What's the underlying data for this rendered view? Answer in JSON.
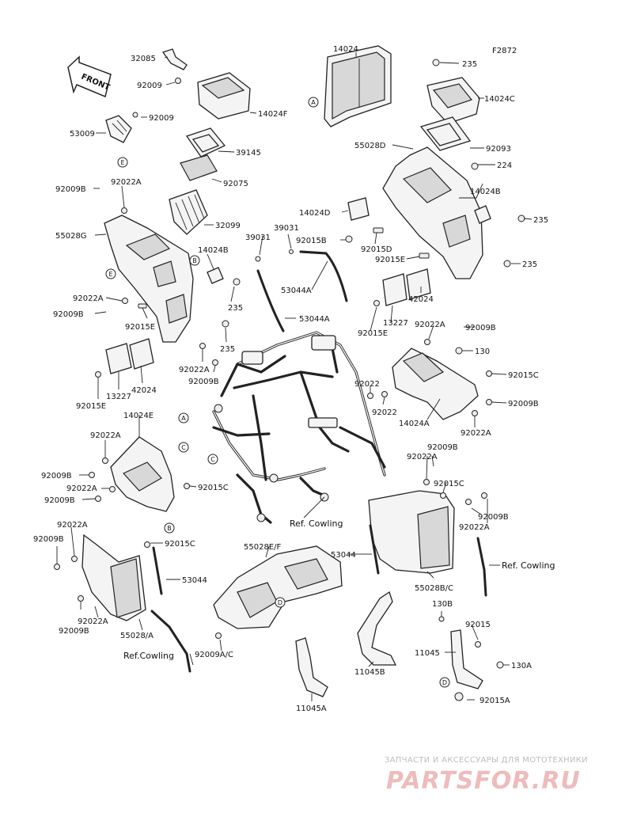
{
  "diagram_code": "F2872",
  "front_label": "FRONT",
  "labels": {
    "l32085": "32085",
    "l92009a": "92009",
    "l14024F": "14024F",
    "l92009b": "92009",
    "l53009": "53009",
    "l39145": "39145",
    "l92075": "92075",
    "l92009B_1": "92009B",
    "l92022A_1": "92022A",
    "l32099": "32099",
    "l55028G": "55028G",
    "l14024B_1": "14024B",
    "l92022A_2": "92022A",
    "l92009B_2": "92009B",
    "l92015E_1": "92015E",
    "l235_1": "235",
    "l235_2": "235",
    "l92022A_3": "92022A",
    "l92009B_3": "92009B",
    "l13227_1": "13227",
    "l42024_1": "42024",
    "l92015E_2": "92015E",
    "l14024": "14024",
    "l235_3": "235",
    "l14024C": "14024C",
    "l55028D": "55028D",
    "l92093": "92093",
    "l224": "224",
    "l14024B_2": "14024B",
    "l14024D": "14024D",
    "l235_4": "235",
    "l39031_1": "39031",
    "l39031_2": "39031",
    "l92015B": "92015B",
    "l92015D": "92015D",
    "l92015E_3": "92015E",
    "l235_5": "235",
    "l53044A_1": "53044A",
    "l53044A_2": "53044A",
    "l42024_2": "42024",
    "l13227_2": "13227",
    "l92022A_4": "92022A",
    "l92009B_4": "92009B",
    "l92015E_4": "92015E",
    "l130": "130",
    "l92015C_1": "92015C",
    "l92022_1": "92022",
    "l92022_2": "92022",
    "l92009B_5": "92009B",
    "l14024A": "14024A",
    "l92022A_5": "92022A",
    "l14024E": "14024E",
    "l92022A_6": "92022A",
    "l92009B_6": "92009B",
    "l92022A_7": "92022A",
    "l92009B_7": "92009B",
    "l92015C_2": "92015C",
    "lRefCowling_1": "Ref. Cowling",
    "l92009B_8": "92009B",
    "l92022A_8": "92022A",
    "l92015C_3": "92015C",
    "l92009B_9": "92009B",
    "l92022A_9": "92022A",
    "l92022A_10": "92022A",
    "l92009B_10": "92009B",
    "l92015C_4": "92015C",
    "l53044_1": "53044",
    "l92022A_11": "92022A",
    "l92009B_11": "92009B",
    "l55028A": "55028/A",
    "l55028EF": "55028E/F",
    "l53044_2": "53044",
    "l55028BC": "55028B/C",
    "lRefCowling_2": "Ref. Cowling",
    "lRefCowling_3": "Ref.Cowling",
    "l92009AC": "92009A/C",
    "l130B": "130B",
    "l92015": "92015",
    "l11045": "11045",
    "l130A": "130A",
    "l11045B": "11045B",
    "l92015A": "92015A",
    "l11045A": "11045A"
  },
  "callouts": {
    "A": "A",
    "B": "B",
    "C": "C",
    "D": "D",
    "E": "E"
  },
  "watermark": {
    "line1": "ЗАПЧАСТИ И АКСЕССУАРЫ ДЛЯ МОТОТЕХНИКИ",
    "line2": "PARTSFOR.RU"
  }
}
